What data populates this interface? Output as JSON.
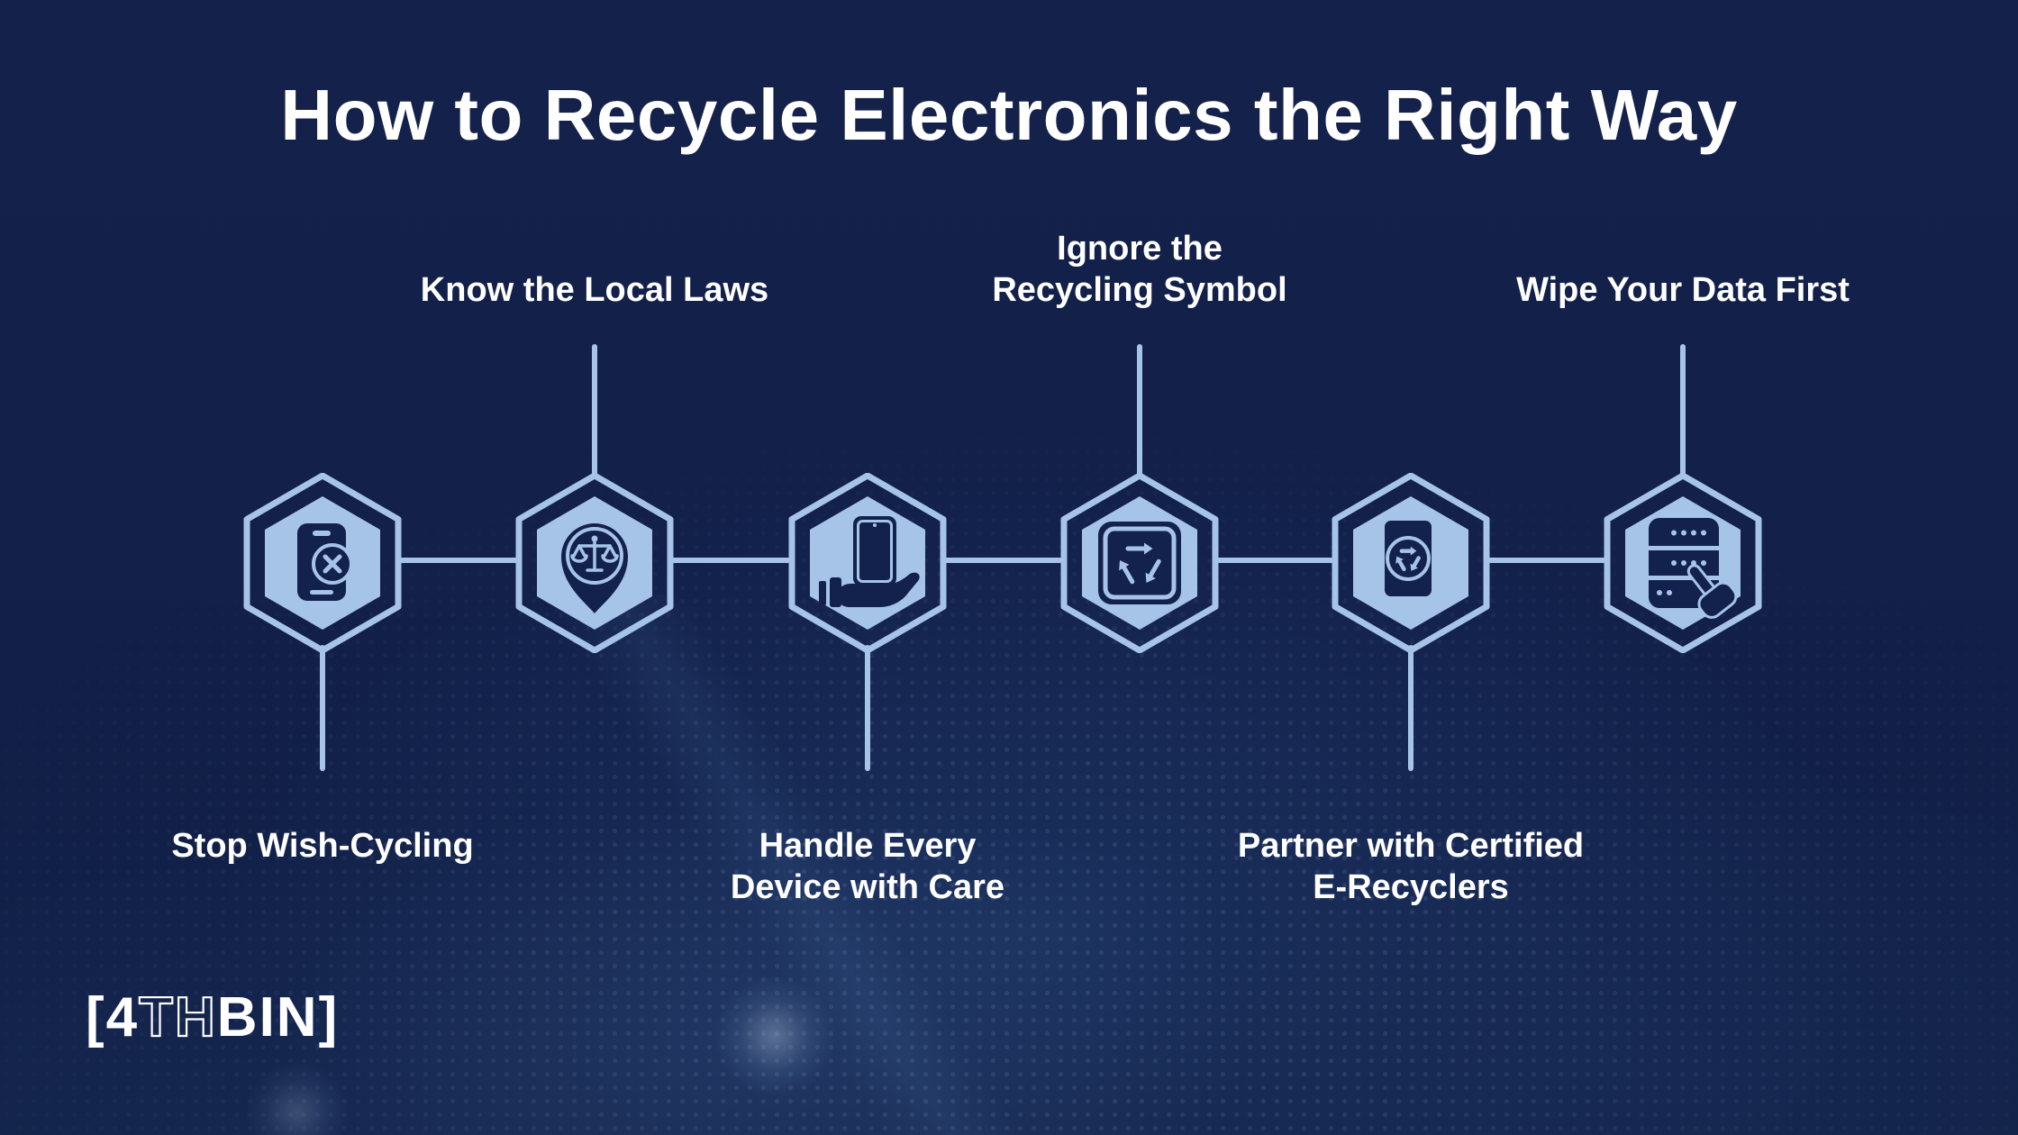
{
  "title": "How to Recycle Electronics the Right Way",
  "steps": [
    {
      "id": 1,
      "label_lines": [
        "Stop Wish-Cycling"
      ],
      "label_position": "below",
      "icon": "phone-cancel-icon"
    },
    {
      "id": 2,
      "label_lines": [
        "Know the Local Laws"
      ],
      "label_position": "above",
      "icon": "scales-location-pin-icon"
    },
    {
      "id": 3,
      "label_lines": [
        "Handle Every",
        "Device with Care"
      ],
      "label_position": "below",
      "icon": "hand-holding-phone-icon"
    },
    {
      "id": 4,
      "label_lines": [
        "Ignore the",
        "Recycling Symbol"
      ],
      "label_position": "above",
      "icon": "recycle-symbol-square-icon"
    },
    {
      "id": 5,
      "label_lines": [
        "Partner with Certified",
        "E-Recyclers"
      ],
      "label_position": "below",
      "icon": "certified-document-recycle-icon"
    },
    {
      "id": 6,
      "label_lines": [
        "Wipe Your Data First"
      ],
      "label_position": "above",
      "icon": "server-data-wipe-icon"
    }
  ],
  "brand": {
    "logo_prefix": "[4",
    "logo_outline": "TH",
    "logo_suffix": "BIN]"
  },
  "colors": {
    "background_navy": "#13224c",
    "accent_light_blue": "#a6c4e8",
    "icon_navy": "#13224c",
    "text_white": "#ffffff"
  }
}
